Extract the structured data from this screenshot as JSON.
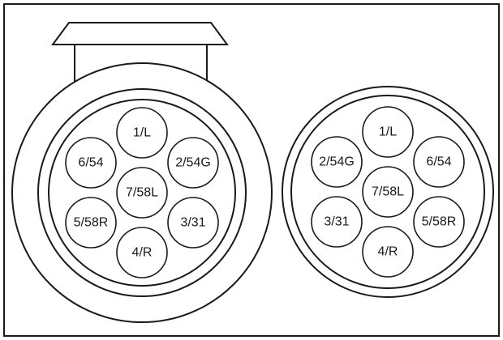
{
  "connectors": [
    {
      "id": "socket",
      "pins": [
        {
          "label": "1/L",
          "pos": "top"
        },
        {
          "label": "6/54",
          "pos": "upper-left"
        },
        {
          "label": "2/54G",
          "pos": "upper-right"
        },
        {
          "label": "7/58L",
          "pos": "center"
        },
        {
          "label": "5/58R",
          "pos": "lower-left"
        },
        {
          "label": "3/31",
          "pos": "lower-right"
        },
        {
          "label": "4/R",
          "pos": "bottom"
        }
      ]
    },
    {
      "id": "plug",
      "pins": [
        {
          "label": "1/L",
          "pos": "top"
        },
        {
          "label": "2/54G",
          "pos": "upper-left"
        },
        {
          "label": "6/54",
          "pos": "upper-right"
        },
        {
          "label": "7/58L",
          "pos": "center"
        },
        {
          "label": "3/31",
          "pos": "lower-left"
        },
        {
          "label": "5/58R",
          "pos": "lower-right"
        },
        {
          "label": "4/R",
          "pos": "bottom"
        }
      ]
    }
  ]
}
